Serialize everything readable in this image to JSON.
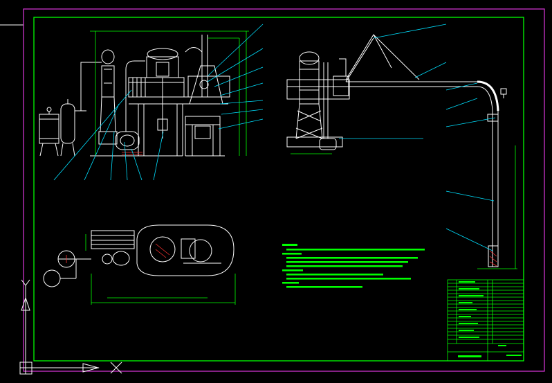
{
  "drawing": {
    "background": "#000000",
    "colors": {
      "frame_outer": "#cc33cc",
      "frame_inner": "#00ff00",
      "geometry": "#ffffff",
      "leader": "#00e0ff",
      "dimension": "#00ff00",
      "hatch": "#ff3333",
      "ucs": "#ffffff"
    },
    "views": [
      "front-elevation",
      "side-elevation",
      "plan-view",
      "loading-arm"
    ],
    "notes_text_legible": false,
    "title_block": {
      "title_text_legible": false,
      "rows_visible": 18
    },
    "ucs_icon": "ucs-icon"
  }
}
